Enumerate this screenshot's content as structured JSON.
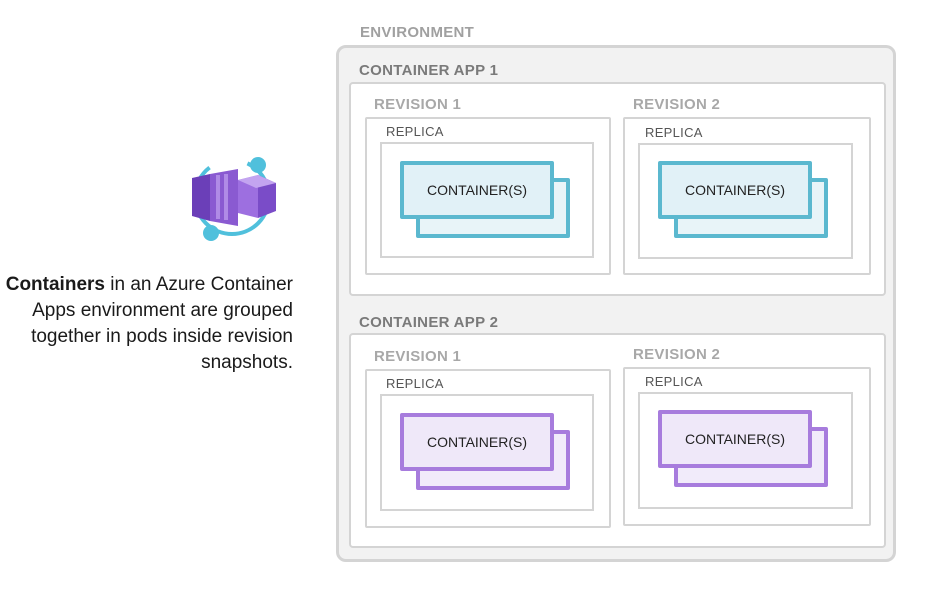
{
  "caption": {
    "bold": "Containers",
    "rest": " in an Azure Container Apps environment are grouped together in pods inside revision snapshots."
  },
  "environment": {
    "label": "ENVIRONMENT",
    "apps": [
      {
        "label": "CONTAINER APP 1",
        "revisions": [
          {
            "label": "REVISION 1",
            "replica": "REPLICA",
            "container": "CONTAINER(S)"
          },
          {
            "label": "REVISION 2",
            "replica": "REPLICA",
            "container": "CONTAINER(S)"
          }
        ]
      },
      {
        "label": "CONTAINER APP 2",
        "revisions": [
          {
            "label": "REVISION 1",
            "replica": "REPLICA",
            "container": "CONTAINER(S)"
          },
          {
            "label": "REVISION 2",
            "replica": "REPLICA",
            "container": "CONTAINER(S)"
          }
        ]
      }
    ]
  },
  "colors": {
    "app1_container": "#5bb8cf",
    "app2_container": "#a77cdd",
    "logo_purple": "#8a5ad1",
    "logo_teal": "#50c0dc"
  },
  "icons": {
    "logo": "azure-container-apps-icon"
  }
}
